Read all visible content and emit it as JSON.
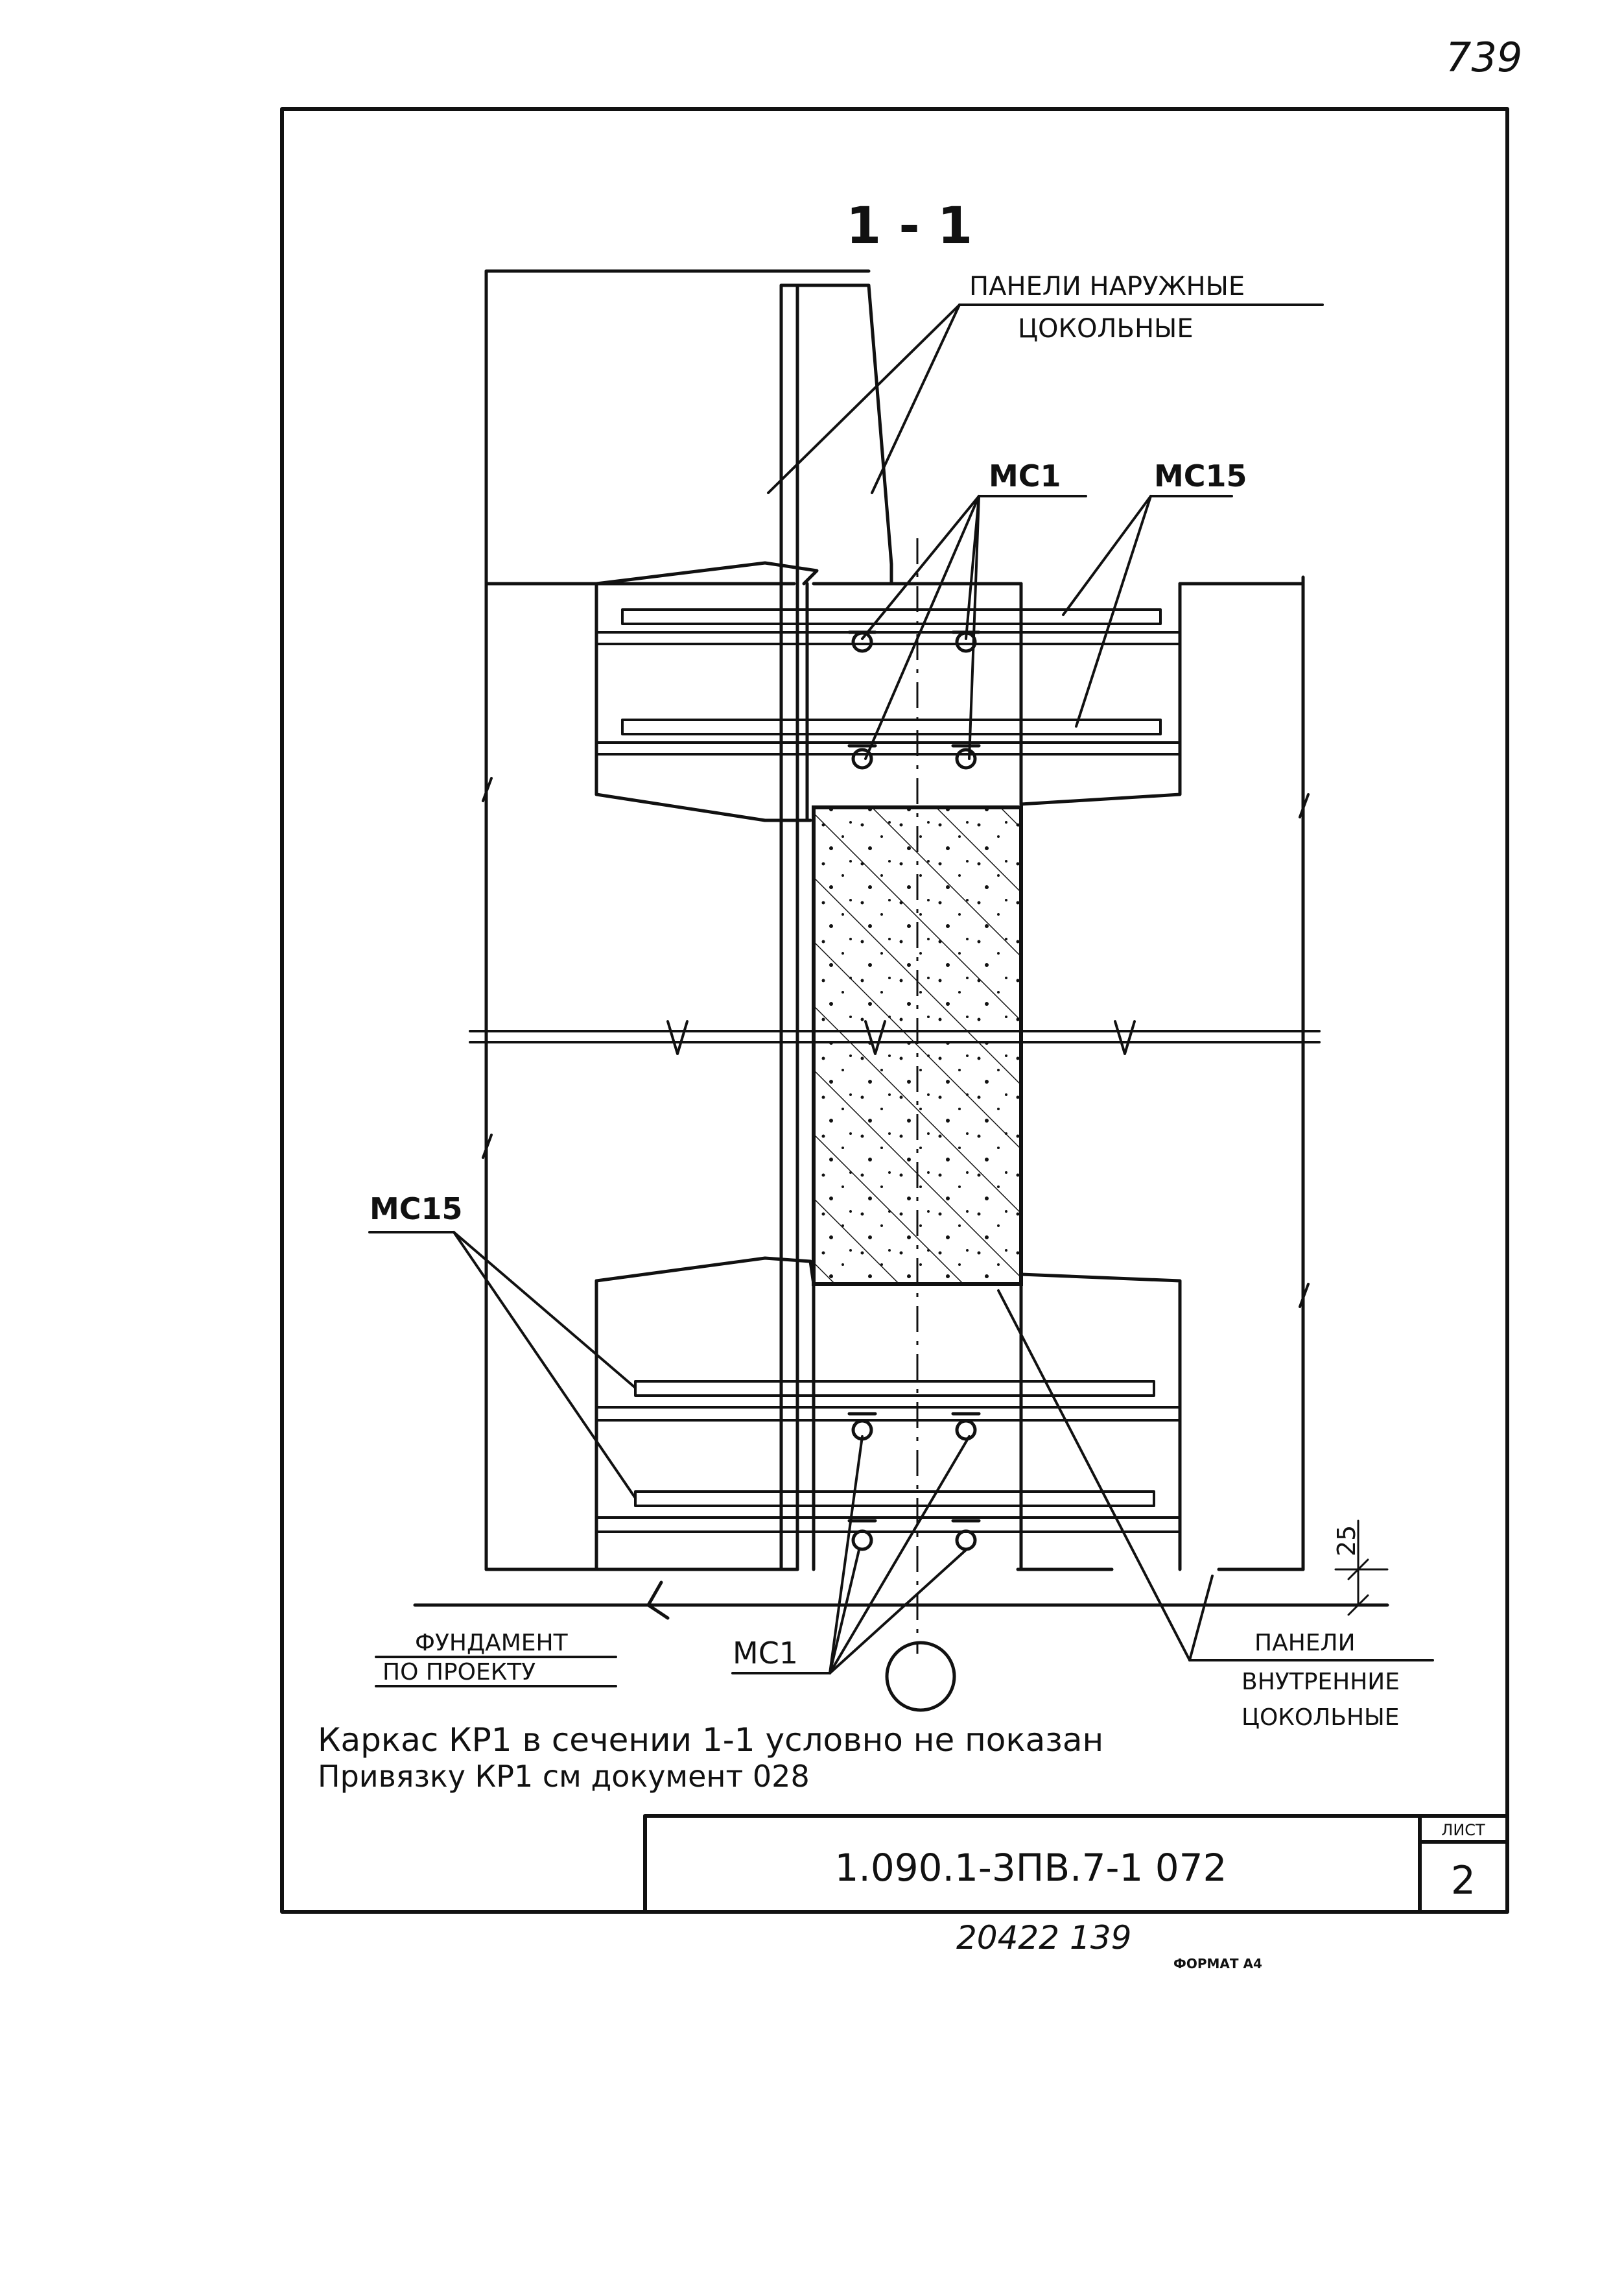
{
  "page_number": "739",
  "section_title": "1 - 1",
  "labels": {
    "outer_panels_line1": "ПАНЕЛИ НАРУЖНЫЕ",
    "outer_panels_line2": "ЦОКОЛЬНЫЕ",
    "mc1_top": "МС1",
    "mc15_top": "МС15",
    "mc15_left": "МС15",
    "mc1_bottom": "МС1",
    "foundation_line1": "ФУНДАМЕНТ",
    "foundation_line2": "ПО ПРОЕКТУ",
    "inner_panels_line1": "ПАНЕЛИ",
    "inner_panels_line2": "ВНУТРЕННИЕ",
    "inner_panels_line3": "ЦОКОЛЬНЫЕ",
    "dimension_25": "25"
  },
  "notes": {
    "line1": "Каркас КР1 в сечении 1-1 условно не показан",
    "line2": "Привязку КР1 см документ 028"
  },
  "title_block": {
    "document_code": "1.090.1-3ПВ.7-1  072",
    "sheet_label": "ЛИСТ",
    "sheet_number": "2"
  },
  "footer": {
    "stamp_number": "20422  139",
    "format": "ФОРМАТ А4"
  }
}
